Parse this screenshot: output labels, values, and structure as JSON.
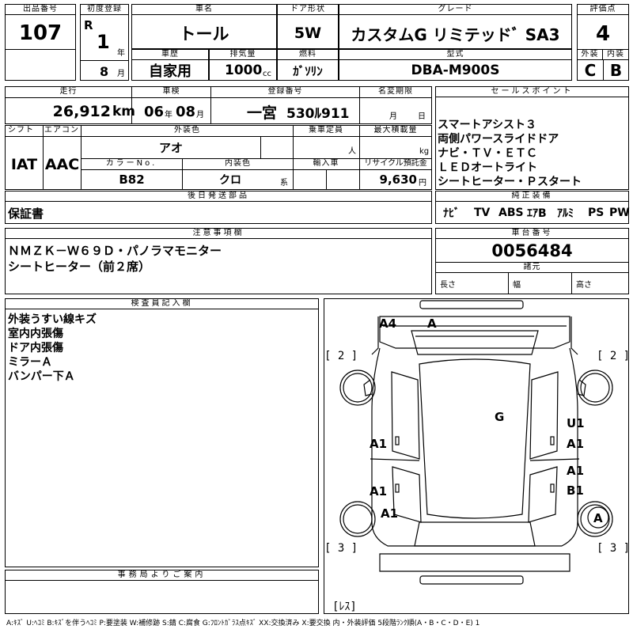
{
  "header": {
    "lot_label": "出品番号",
    "lot_number": "107",
    "first_reg_label": "初度登録",
    "era": "R",
    "year": "1",
    "year_unit": "年",
    "month": "8",
    "month_unit": "月",
    "name_label": "車名",
    "name": "トール",
    "door_label": "ドア形状",
    "door": "5W",
    "grade_label": "グレード",
    "grade": "カスタムG リミテッドﾞ SA3",
    "score_label": "評価点",
    "score": "4",
    "history_label": "車歴",
    "history": "自家用",
    "displacement_label": "排気量",
    "displacement": "1000",
    "displacement_unit": "cc",
    "fuel_label": "燃料",
    "fuel": "ｶﾞｿﾘﾝ",
    "model_label": "型式",
    "model": "DBA-M900S",
    "ext_label": "外装",
    "ext_grade": "C",
    "int_label": "内装",
    "int_grade": "B"
  },
  "row2": {
    "mileage_label": "走行",
    "mileage": "26,912",
    "mileage_unit": "km",
    "inspection_label": "車検",
    "insp_year": "06",
    "insp_year_unit": "年",
    "insp_month": "08",
    "insp_month_unit": "月",
    "plate_label": "登録番号",
    "plate_area": "一宮",
    "plate_no": "530ﾙ911",
    "name_change_label": "名変期限",
    "nc_month_unit": "月",
    "nc_day_unit": "日"
  },
  "row3": {
    "shift_label": "シフト",
    "shift": "IAT",
    "ac_label": "エアコン",
    "ac": "AAC",
    "color_label": "外装色",
    "color": "アオ",
    "capacity_label": "乗車定員",
    "capacity_unit": "人",
    "load_label": "最大積載量",
    "load_unit": "kg",
    "color_no_label": "カラーNo.",
    "color_no": "B82",
    "int_color_label": "内装色",
    "int_color": "クロ",
    "int_color_suffix": "系",
    "import_label": "輸入車",
    "recycle_label": "リサイクル預託金",
    "recycle": "9,630",
    "recycle_unit": "円"
  },
  "sales": {
    "label": "セールスポイント",
    "items": [
      "スマートアシスト３",
      "両側パワースライドドア",
      "ナビ・ＴＶ・ＥＴＣ",
      "ＬＥＤオートライト",
      "シートヒーター・Ｐスタート"
    ]
  },
  "later": {
    "label": "後日発送部品",
    "text": "保証書"
  },
  "equipment": {
    "label": "純正装備",
    "items": [
      "ﾅﾋﾞ",
      "TV",
      "ABS",
      "ｴｱB",
      "ｱﾙﾐ",
      "PS",
      "PW"
    ]
  },
  "notes": {
    "label": "注意事項欄",
    "lines": [
      "ＮＭＺＫ－Ｗ６９Ｄ・パノラマモニター",
      "シートヒーター（前２席）"
    ]
  },
  "chassis": {
    "label": "車台番号",
    "number": "0056484"
  },
  "specs": {
    "label": "諸元",
    "length": "長さ",
    "width": "幅",
    "height": "高さ"
  },
  "inspector": {
    "label": "検査員記入欄",
    "lines": [
      "外装うすい線キズ",
      "室内内張傷",
      "ドア内張傷",
      "ミラーＡ",
      "バンパー下Ａ"
    ]
  },
  "office": {
    "label": "事務局よりご案内"
  },
  "diagram": {
    "marks": [
      {
        "id": "a4",
        "text": "A4"
      },
      {
        "id": "a-front",
        "text": "A"
      },
      {
        "id": "g-roof",
        "text": "G"
      },
      {
        "id": "u1",
        "text": "U1"
      },
      {
        "id": "a1-r1",
        "text": "A1"
      },
      {
        "id": "a1-r2",
        "text": "A1"
      },
      {
        "id": "b1",
        "text": "B1"
      },
      {
        "id": "a1-l1",
        "text": "A1"
      },
      {
        "id": "a1-l2",
        "text": "A1"
      },
      {
        "id": "a1-l3",
        "text": "A1"
      },
      {
        "id": "a-wheel",
        "text": "A"
      }
    ],
    "tire_front_left": "[ 2 ]",
    "tire_front_right": "[ 2 ]",
    "tire_rear_left": "[ 3 ]",
    "tire_rear_right": "[ 3 ]",
    "spare": "[ﾚｽ]"
  },
  "legend": "A:ｷｽﾞ U:ﾍｺﾐ B:ｷｽﾞを伴うﾍｺﾐ P:要塗装 W:補修跡 S:錆 C:腐食 G:ﾌﾛﾝﾄｶﾞﾗｽ点ｷｽﾞ XX:交換済み X:要交換 内・外装評価 5段階ﾗﾝｸ順(A・B・C・D・E) 1"
}
